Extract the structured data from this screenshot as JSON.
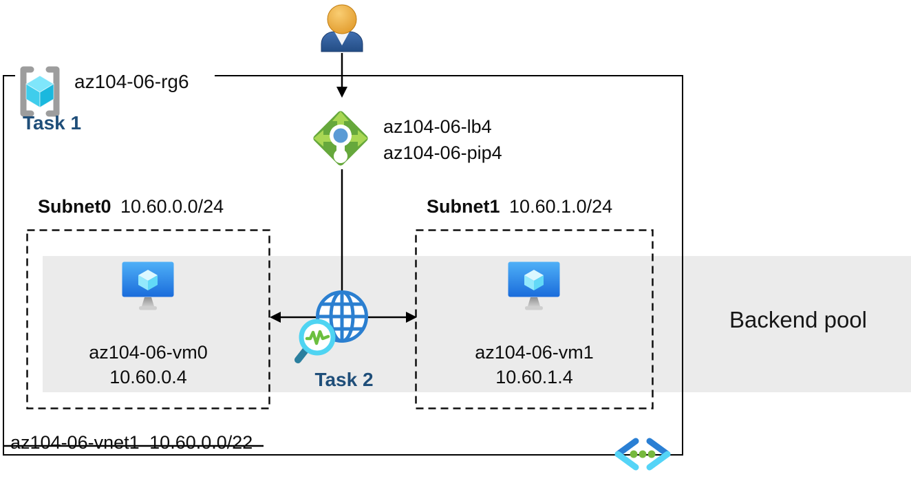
{
  "diagram": {
    "resource_group": {
      "name": "az104-06-rg6",
      "icon": "resource-group-icon"
    },
    "task1_label": "Task 1",
    "task2_label": "Task 2",
    "user": {
      "icon": "user-person-icon"
    },
    "load_balancer": {
      "name": "az104-06-lb4",
      "public_ip_name": "az104-06-pip4",
      "icon": "load-balancer-icon"
    },
    "subnets": [
      {
        "name": "Subnet0",
        "cidr": "10.60.0.0/24",
        "vm": {
          "name": "az104-06-vm0",
          "ip": "10.60.0.4",
          "icon": "virtual-machine-icon"
        }
      },
      {
        "name": "Subnet1",
        "cidr": "10.60.1.0/24",
        "vm": {
          "name": "az104-06-vm1",
          "ip": "10.60.1.4",
          "icon": "virtual-machine-icon"
        }
      }
    ],
    "health_probe": {
      "icon": "globe-health-probe-icon"
    },
    "backend_pool_label": "Backend pool",
    "vnet": {
      "name": "az104-06-vnet1",
      "cidr": "10.60.0.0/22",
      "icon": "virtual-network-icon"
    }
  },
  "colors": {
    "task_text_navy": "#1f4e79",
    "backend_pool_band_gray": "#ebebeb",
    "lb_diamond_green": "#66a83c",
    "lb_arrow_green": "#a9d754",
    "lb_dot_blue": "#5b9bd5",
    "globe_blue": "#2b7fd0",
    "magnifier_ring_cyan": "#4fd4f2",
    "pulse_green": "#6cbf3f",
    "vm_monitor_blue_top": "#4fb0f7",
    "vm_monitor_blue_bottom": "#1a6cdb",
    "vnet_bracket_blue": "#2a7fd4",
    "vnet_bracket_cyan": "#54d4f7",
    "vnet_dot_green": "#76b93e",
    "rg_bracket_gray": "#9d9d9d",
    "connector_black": "#000000"
  }
}
